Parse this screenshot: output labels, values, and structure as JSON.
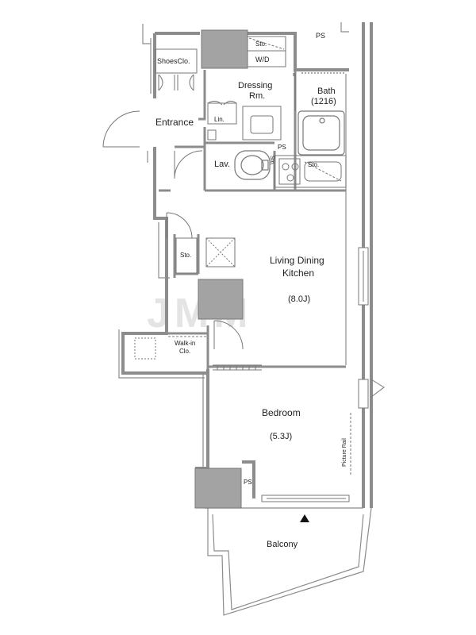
{
  "labels": {
    "ps_top": "PS",
    "sto_top": "Sto.",
    "wd": "W/D",
    "shoes_clo": "ShoesClo.",
    "dressing_1": "Dressing",
    "dressing_2": "Rm.",
    "bath_1": "Bath",
    "bath_2": "(1216)",
    "entrance": "Entrance",
    "lin": "Lin.",
    "ps_mid": "PS",
    "lav": "Lav.",
    "sto_kitchen": "Sto.",
    "sto_kitchen2": "Sto.",
    "sto_hall": "Sto.",
    "ldk_1": "Living Dining",
    "ldk_2": "Kitchen",
    "ldk_size": "(8.0J)",
    "walkin_1": "Walk-in",
    "walkin_2": "Clo.",
    "bedroom": "Bedroom",
    "bedroom_size": "(5.3J)",
    "picture_rail": "Picture Rail",
    "ps_bottom": "PS",
    "balcony": "Balcony"
  },
  "watermark": "JMM",
  "colors": {
    "wall": "#8c8c8c",
    "wall_dark": "#555555",
    "column": "#a3a3a3",
    "line": "#777777"
  }
}
